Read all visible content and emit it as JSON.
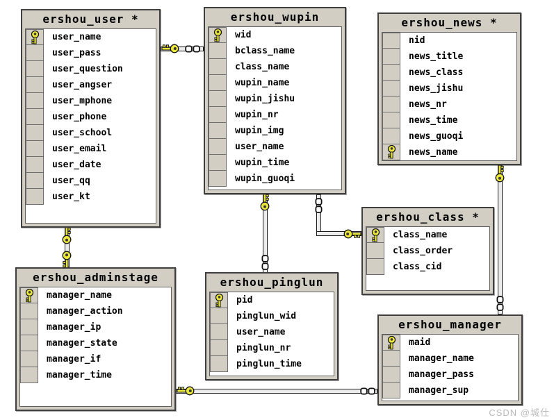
{
  "watermark": "CSDN @城仕",
  "colors": {
    "canvas_bg": "#ffffff",
    "table_chrome": "#d2cec4",
    "table_border": "#3f3f3f",
    "content_bg": "#ffffff",
    "key_yellow": "#ece73c",
    "connector_fill": "#ececec",
    "watermark_color": "#b9b9b9"
  },
  "tables": [
    {
      "title": "ershou_user *",
      "fields": [
        {
          "name": "user_name",
          "key": true
        },
        {
          "name": "user_pass",
          "key": false
        },
        {
          "name": "user_question",
          "key": false
        },
        {
          "name": "user_angser",
          "key": false
        },
        {
          "name": "user_mphone",
          "key": false
        },
        {
          "name": "user_phone",
          "key": false
        },
        {
          "name": "user_school",
          "key": false
        },
        {
          "name": "user_email",
          "key": false
        },
        {
          "name": "user_date",
          "key": false
        },
        {
          "name": "user_qq",
          "key": false
        },
        {
          "name": "user_kt",
          "key": false
        }
      ]
    },
    {
      "title": "ershou_wupin",
      "fields": [
        {
          "name": "wid",
          "key": true
        },
        {
          "name": "bclass_name",
          "key": false
        },
        {
          "name": "class_name",
          "key": false
        },
        {
          "name": "wupin_name",
          "key": false
        },
        {
          "name": "wupin_jishu",
          "key": false
        },
        {
          "name": "wupin_nr",
          "key": false
        },
        {
          "name": "wupin_img",
          "key": false
        },
        {
          "name": "user_name",
          "key": false
        },
        {
          "name": "wupin_time",
          "key": false
        },
        {
          "name": "wupin_guoqi",
          "key": false
        }
      ]
    },
    {
      "title": "ershou_news *",
      "fields": [
        {
          "name": "nid",
          "key": false
        },
        {
          "name": "news_title",
          "key": false
        },
        {
          "name": "news_class",
          "key": false
        },
        {
          "name": "news_jishu",
          "key": false
        },
        {
          "name": "news_nr",
          "key": false
        },
        {
          "name": "news_time",
          "key": false
        },
        {
          "name": "news_guoqi",
          "key": false
        },
        {
          "name": "news_name",
          "key": true
        }
      ]
    },
    {
      "title": "ershou_class *",
      "fields": [
        {
          "name": "class_name",
          "key": true
        },
        {
          "name": "class_order",
          "key": false
        },
        {
          "name": "class_cid",
          "key": false
        }
      ]
    },
    {
      "title": "ershou_adminstage",
      "fields": [
        {
          "name": "manager_name",
          "key": true
        },
        {
          "name": "manager_action",
          "key": false
        },
        {
          "name": "manager_ip",
          "key": false
        },
        {
          "name": "manager_state",
          "key": false
        },
        {
          "name": "manager_if",
          "key": false
        },
        {
          "name": "manager_time",
          "key": false
        }
      ]
    },
    {
      "title": "ershou_pinglun",
      "fields": [
        {
          "name": "pid",
          "key": true
        },
        {
          "name": "pinglun_wid",
          "key": false
        },
        {
          "name": "user_name",
          "key": false
        },
        {
          "name": "pinglun_nr",
          "key": false
        },
        {
          "name": "pinglun_time",
          "key": false
        }
      ]
    },
    {
      "title": "ershou_manager",
      "fields": [
        {
          "name": "maid",
          "key": true
        },
        {
          "name": "manager_name",
          "key": false
        },
        {
          "name": "manager_pass",
          "key": false
        },
        {
          "name": "manager_sup",
          "key": false
        }
      ]
    }
  ],
  "relations": [
    {
      "from": "ershou_user",
      "from_end": "key",
      "to": "ershou_wupin",
      "to_end": "many"
    },
    {
      "from": "ershou_user",
      "from_end": "key",
      "to": "ershou_adminstage",
      "to_end": "key"
    },
    {
      "from": "ershou_wupin",
      "from_end": "key",
      "to": "ershou_pinglun",
      "to_end": "many"
    },
    {
      "from": "ershou_class",
      "from_end": "key",
      "to": "ershou_wupin",
      "to_end": "many"
    },
    {
      "from": "ershou_news",
      "from_end": "key",
      "to": "ershou_manager",
      "to_end": "many"
    },
    {
      "from": "ershou_adminstage",
      "from_end": "key",
      "to": "ershou_manager",
      "to_end": "many"
    }
  ]
}
